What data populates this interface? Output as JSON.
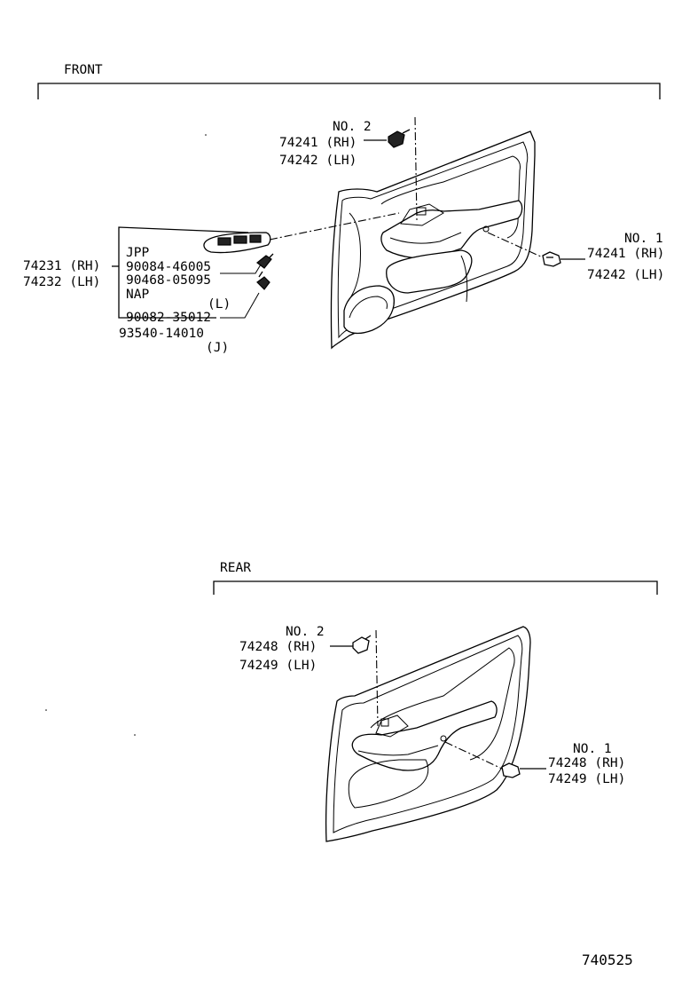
{
  "sections": {
    "front": "FRONT",
    "rear": "REAR"
  },
  "front": {
    "clip_no2": {
      "label": "NO. 2",
      "rh": "74241 (RH)",
      "lh": "74242 (LH)"
    },
    "clip_no1": {
      "label": "NO. 1",
      "rh": "74241 (RH)",
      "lh": "74242 (LH)"
    },
    "switch_base": {
      "rh": "74231 (RH)",
      "lh": "74232 (LH)"
    },
    "parts": {
      "jpp": "JPP",
      "p1": "90084-46005",
      "p2": "90468-05095",
      "nap": "NAP",
      "l_mark": "(L)",
      "p3": "90082-35012",
      "p4": "93540-14010",
      "j_mark": "(J)"
    }
  },
  "rear": {
    "clip_no2": {
      "label": "NO. 2",
      "rh": "74248 (RH)",
      "lh": "74249 (LH)"
    },
    "clip_no1": {
      "label": "NO. 1",
      "rh": "74248 (RH)",
      "lh": "74249 (LH)"
    }
  },
  "diagram_number": "740525"
}
